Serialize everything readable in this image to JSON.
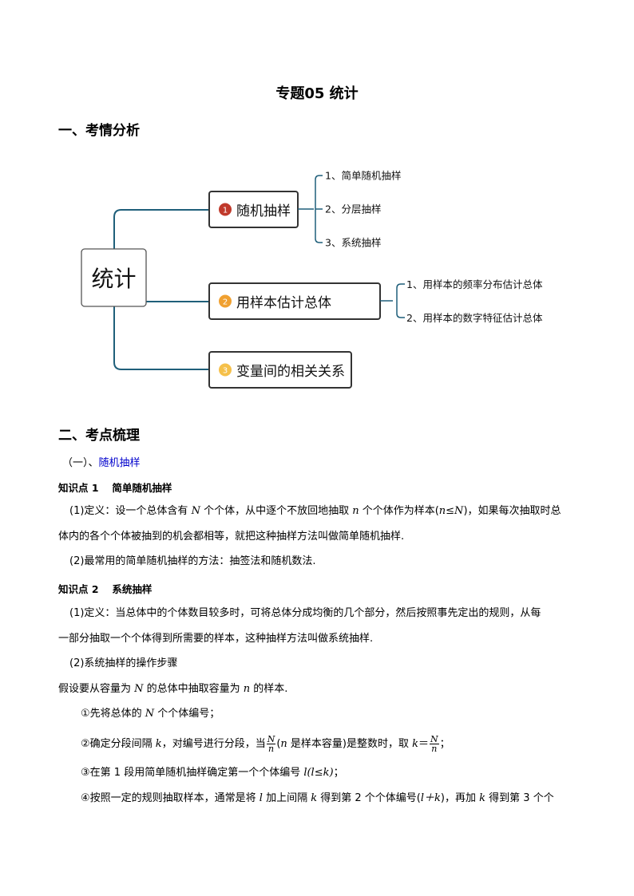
{
  "doc": {
    "title": "专题05 统计",
    "section1": "一、考情分析",
    "section2": "二、考点梳理"
  },
  "mindmap": {
    "root": "统计",
    "branches": [
      {
        "num": "1",
        "label": "随机抽样",
        "color": "#c0392b",
        "children": [
          "1、简单随机抽样",
          "2、分层抽样",
          "3、系统抽样"
        ]
      },
      {
        "num": "2",
        "label": "用样本估计总体",
        "color": "#f0a030",
        "children": [
          "1、用样本的频率分布估计总体",
          "2、用样本的数字特征估计总体"
        ]
      },
      {
        "num": "3",
        "label": "变量间的相关关系",
        "color": "#f5c04a",
        "children": []
      }
    ]
  },
  "content": {
    "sub1_prefix": "（一）、",
    "sub1_link": "随机抽样",
    "kp1": "知识点 1　 简单随机抽样",
    "kp1_p1_a": "(1)定义：设一个总体含有 ",
    "kp1_p1_N": "N",
    "kp1_p1_b": " 个个体，从中逐个不放回地抽取 ",
    "kp1_p1_n": "n",
    "kp1_p1_c": " 个个体作为样本(",
    "kp1_p1_cond": "n≤N",
    "kp1_p1_d": ")，如果每次抽取时总",
    "kp1_p1_line2": "体内的各个个体被抽到的机会都相等，就把这种抽样方法叫做简单随机抽样.",
    "kp1_p2": "(2)最常用的简单随机抽样的方法：抽签法和随机数法.",
    "kp2": "知识点 2　 系统抽样",
    "kp2_p1_line1": "(1)定义：当总体中的个体数目较多时，可将总体分成均衡的几个部分，然后按照事先定出的规则，从每",
    "kp2_p1_line2": "一部分抽取一个个体得到所需要的样本，这种抽样方法叫做系统抽样.",
    "kp2_p2": "(2)系统抽样的操作步骤",
    "assume_a": "假设要从容量为 ",
    "assume_N": "N",
    "assume_b": " 的总体中抽取容量为 ",
    "assume_n": "n",
    "assume_c": " 的样本.",
    "step1_a": "①先将总体的 ",
    "step1_N": "N",
    "step1_b": " 个个体编号；",
    "step2_a": "②确定分段间隔 ",
    "step2_k": "k",
    "step2_b": "，对编号进行分段，当",
    "step2_fnum": "N",
    "step2_fden": "n",
    "step2_c": "(",
    "step2_n": "n",
    "step2_d": " 是样本容量)是整数时，取 ",
    "step2_k2": "k",
    "step2_eq": "＝",
    "step2_e": "；",
    "step3_a": "③在第 1 段用简单随机抽样确定第一个个体编号 ",
    "step3_l": "l(l≤k)",
    "step3_b": "；",
    "step4_a": "④按照一定的规则抽取样本，通常是将 ",
    "step4_l": "l",
    "step4_b": " 加上间隔 ",
    "step4_k": "k",
    "step4_c": " 得到第 2 个个体编号(",
    "step4_lk": "l＋k",
    "step4_d": ")，再加 ",
    "step4_k2": "k",
    "step4_e": " 得到第 3 个个"
  }
}
